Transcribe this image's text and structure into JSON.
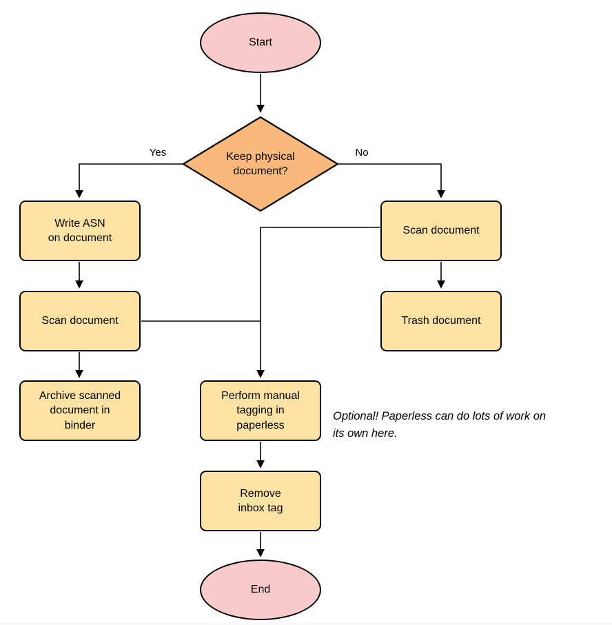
{
  "colors": {
    "terminal_fill": "#f8caca",
    "decision_fill": "#f9b97c",
    "process_fill": "#fce3a5",
    "stroke": "#000000",
    "line": "#000000"
  },
  "nodes": {
    "start": {
      "label": "Start"
    },
    "decision": {
      "label": "Keep physical\ndocument?"
    },
    "write_asn": {
      "label": "Write ASN\non document"
    },
    "scan_left": {
      "label": "Scan document"
    },
    "archive": {
      "label": "Archive scanned\ndocument in\nbinder"
    },
    "scan_right": {
      "label": "Scan document"
    },
    "trash": {
      "label": "Trash document"
    },
    "tagging": {
      "label": "Perform manual\ntagging in\npaperless"
    },
    "remove_inbox": {
      "label": "Remove\ninbox tag"
    },
    "end": {
      "label": "End"
    }
  },
  "edge_labels": {
    "yes": "Yes",
    "no": "No"
  },
  "annotation": "Optional! Paperless can do lots of work on\nits own here."
}
